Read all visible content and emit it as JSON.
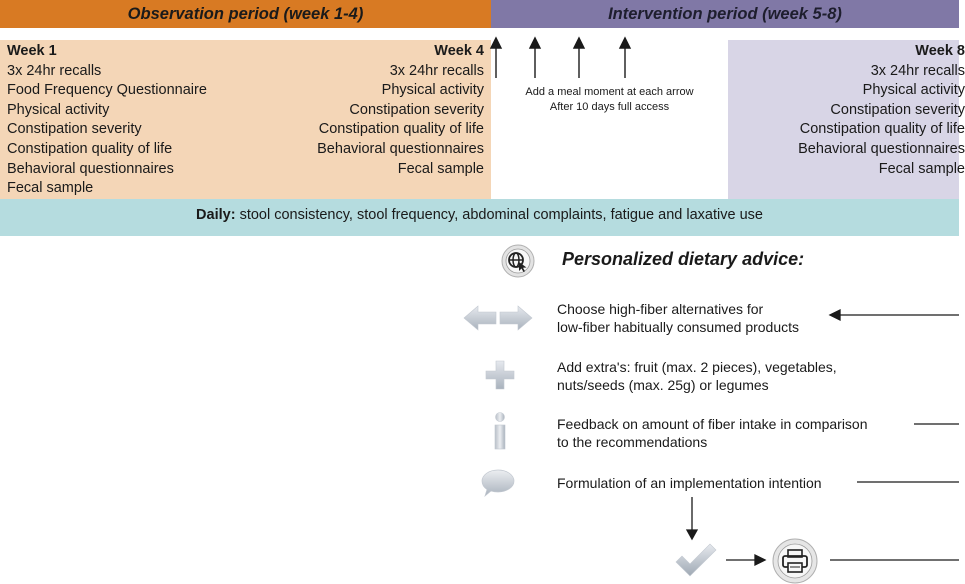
{
  "header": {
    "observation": "Observation period (week 1-4)",
    "intervention": "Intervention period (week 5-8)"
  },
  "week1": {
    "title": "Week 1",
    "items": [
      "3x 24hr recalls",
      "Food Frequency Questionnaire",
      "Physical activity",
      "Constipation severity",
      "Constipation quality of life",
      "Behavioral questionnaires",
      "Fecal sample"
    ]
  },
  "week4": {
    "title": "Week 4",
    "items": [
      "3x 24hr recalls",
      "Physical activity",
      "Constipation severity",
      "Constipation quality of life",
      "Behavioral questionnaires",
      "Fecal sample"
    ]
  },
  "week8": {
    "title": "Week 8",
    "items": [
      "3x 24hr recalls",
      "Physical activity",
      "Constipation severity",
      "Constipation quality of life",
      "Behavioral questionnaires",
      "Fecal sample"
    ]
  },
  "meal_note": {
    "line1": "Add a meal moment at each arrow",
    "line2": "After 10 days full access"
  },
  "daily": {
    "label": "Daily:",
    "text": " stool consistency, stool frequency, abdominal complaints, fatigue and laxative use"
  },
  "advice": {
    "title": "Personalized dietary advice:",
    "items": [
      {
        "icon": "swap-arrows-icon",
        "line1": "Choose high-fiber alternatives for",
        "line2": "low-fiber habitually consumed products"
      },
      {
        "icon": "plus-icon",
        "line1": "Add extra's: fruit (max. 2 pieces), vegetables,",
        "line2": "nuts/seeds (max. 25g) or legumes"
      },
      {
        "icon": "info-icon",
        "line1": "Feedback on amount of fiber intake in comparison",
        "line2": "to the recommendations"
      },
      {
        "icon": "speech-bubble-icon",
        "line1": "Formulation of an implementation intention",
        "line2": ""
      }
    ]
  },
  "colors": {
    "observation_header": "#d87a23",
    "intervention_header": "#8078a6",
    "observation_panel": "#f4d6b7",
    "intervention_panel": "#d8d5e6",
    "daily_bar": "#b5dcdf"
  }
}
